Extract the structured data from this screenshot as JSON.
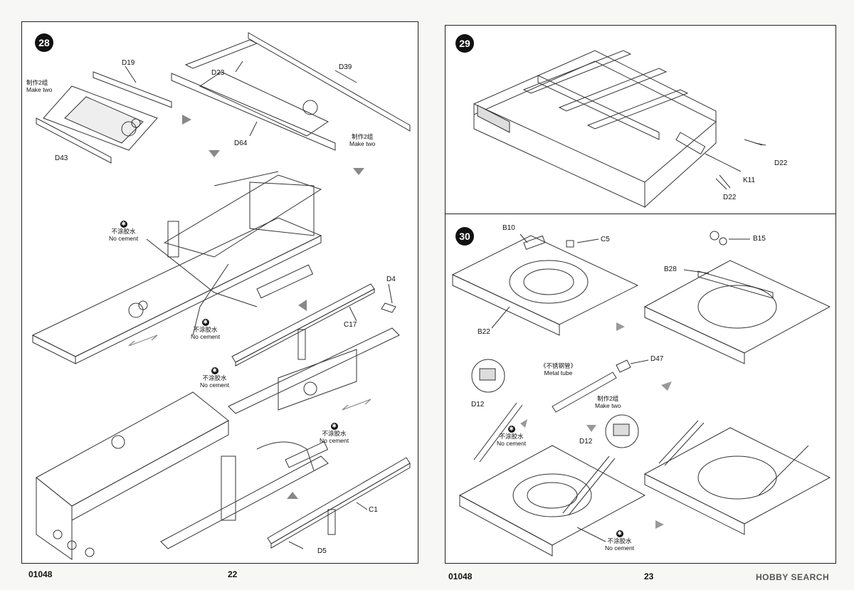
{
  "left_page": {
    "step": "28",
    "labels": {
      "d19": "D19",
      "d23": "D23",
      "d39": "D39",
      "d43": "D43",
      "d64": "D64",
      "d4": "D4",
      "c17": "C17",
      "c1": "C1",
      "d5": "D5"
    },
    "make_two_cn": "制作2组",
    "make_two_en": "Make two",
    "no_cement_cn": "不涂胶水",
    "no_cement_en": "No cement",
    "code": "01048",
    "page_number": "22"
  },
  "right_page": {
    "step29": "29",
    "step30": "30",
    "labels": {
      "d22a": "D22",
      "d22b": "D22",
      "k11": "K11",
      "b10": "B10",
      "c5": "C5",
      "b15": "B15",
      "b28": "B28",
      "b22": "B22",
      "d47": "D47",
      "d12a": "D12",
      "d12b": "D12"
    },
    "metal_tube_cn": "《不锈钢管》",
    "metal_tube_en": "Metal tube",
    "make_two_cn": "制作2组",
    "make_two_en": "Make two",
    "no_cement_cn": "不涂胶水",
    "no_cement_en": "No cement",
    "code": "01048",
    "page_number": "23",
    "watermark": "HOBBY SEARCH"
  }
}
